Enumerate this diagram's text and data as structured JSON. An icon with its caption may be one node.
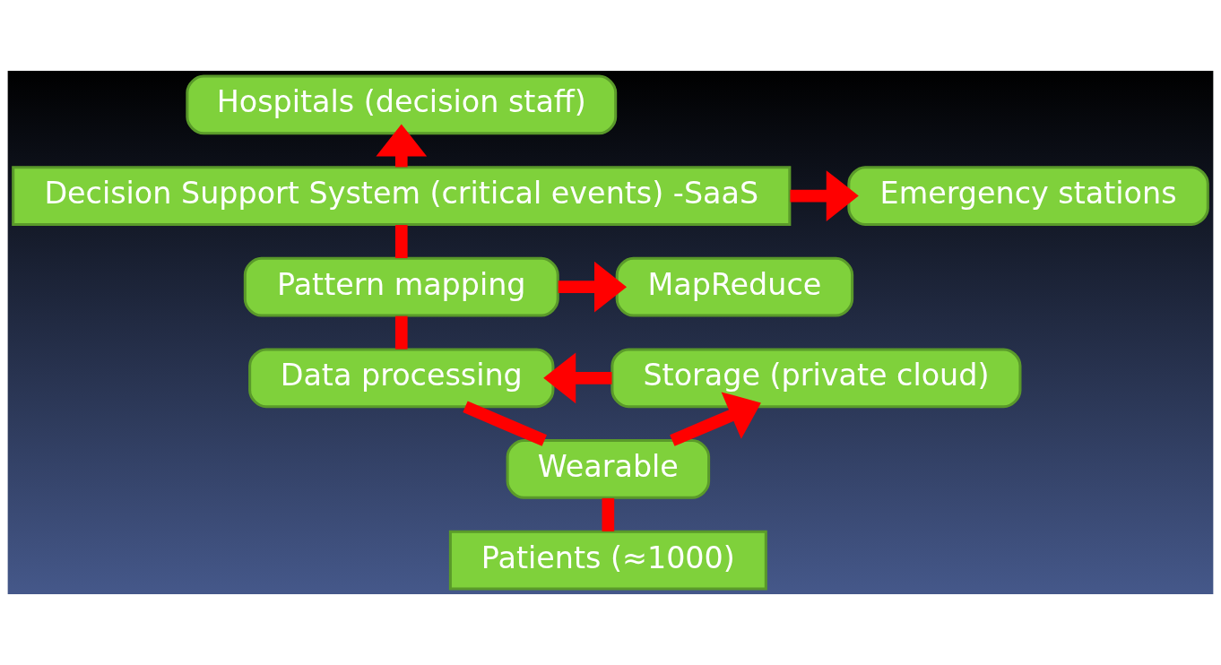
{
  "diagram": {
    "nodes": [
      {
        "text": [
          "Hospitals (decision staff)"
        ]
      },
      {
        "text": [
          "Decision Support System (critical events) -SaaS"
        ]
      },
      {
        "text": [
          "Emergency stations"
        ]
      },
      {
        "text": [
          "Pattern mapping"
        ]
      },
      {
        "text": [
          "MapReduce"
        ]
      },
      {
        "text": [
          "Data processing"
        ]
      },
      {
        "text": [
          "Storage (private cloud)"
        ]
      },
      {
        "text": [
          "Wearable"
        ]
      },
      {
        "text": [
          "Patients (≈1000)"
        ]
      }
    ],
    "edges": [
      {
        "from": 8,
        "to": 7,
        "arrow": "none"
      },
      {
        "from": 7,
        "to": 5,
        "arrow": "none"
      },
      {
        "from": 5,
        "to": 3,
        "arrow": "none"
      },
      {
        "from": 3,
        "to": 1,
        "arrow": "none"
      },
      {
        "from": 1,
        "to": 0,
        "arrow": "to"
      },
      {
        "from": 1,
        "to": 2,
        "arrow": "to"
      },
      {
        "from": 3,
        "to": 4,
        "arrow": "to"
      },
      {
        "from": 7,
        "to": 6,
        "arrow": "to"
      },
      {
        "from": 6,
        "to": 5,
        "arrow": "to"
      }
    ]
  }
}
